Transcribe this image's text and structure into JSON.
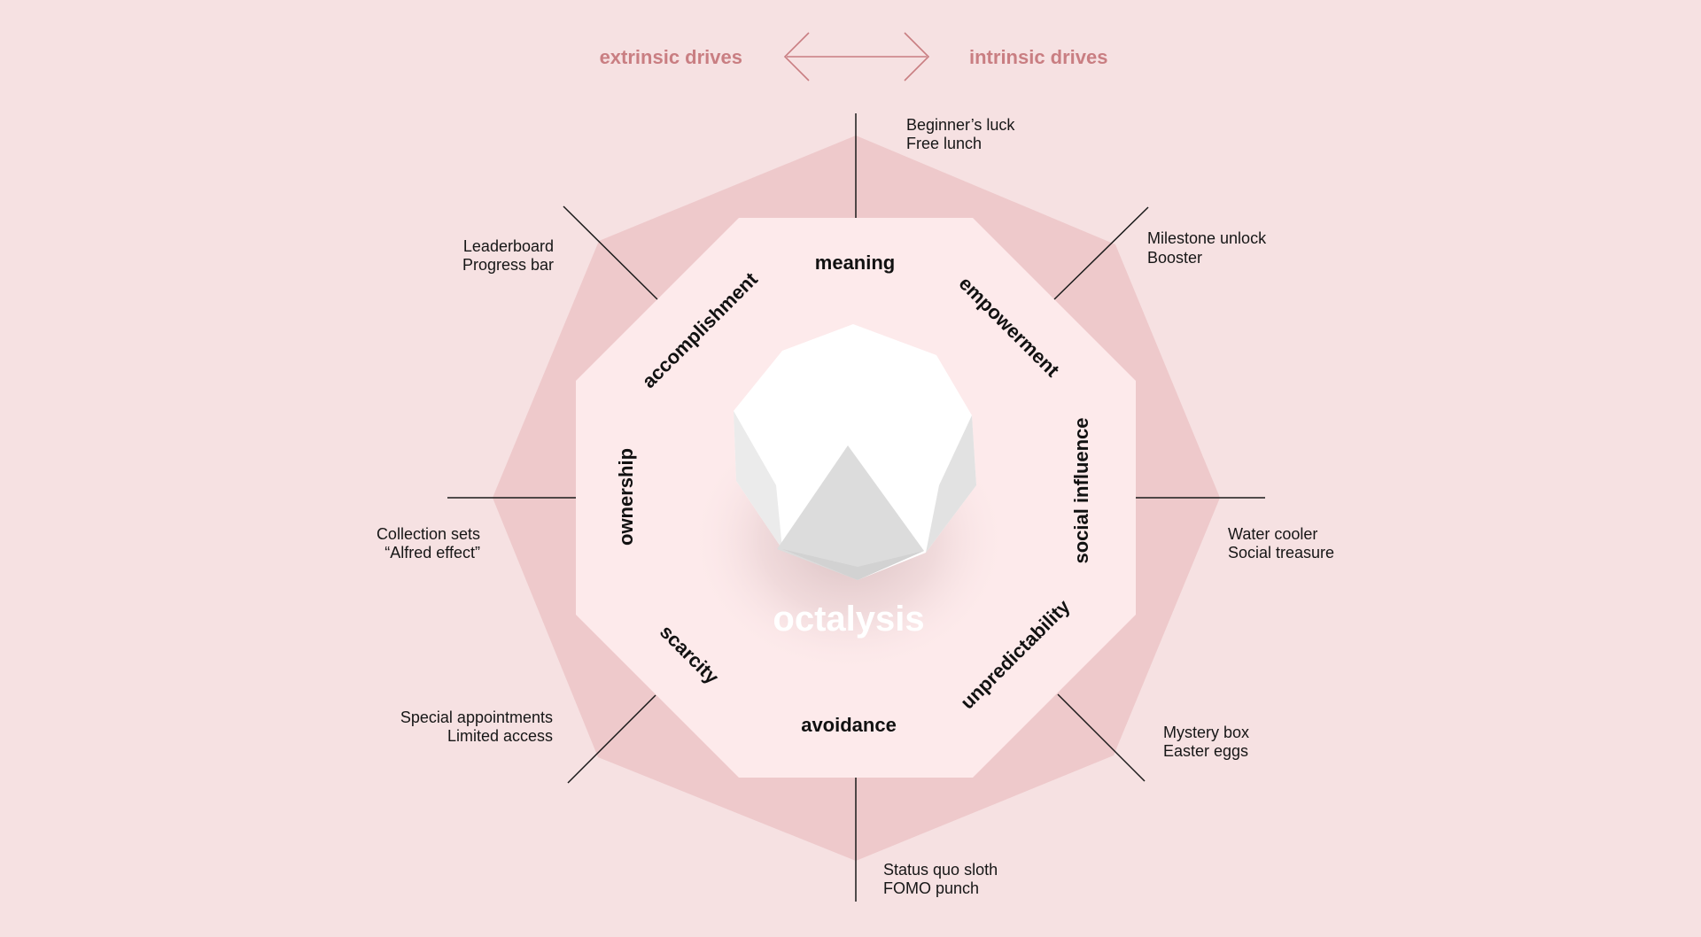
{
  "header": {
    "left_label": "extrinsic drives",
    "right_label": "intrinsic drives",
    "arrow_icon": "double-arrow-icon"
  },
  "center": {
    "brand": "octalysis",
    "icon": "octagon-gem-icon"
  },
  "core_drives": [
    {
      "name": "meaning"
    },
    {
      "name": "empowerment"
    },
    {
      "name": "social influence"
    },
    {
      "name": "unpredictability"
    },
    {
      "name": "avoidance"
    },
    {
      "name": "scarcity"
    },
    {
      "name": "ownership"
    },
    {
      "name": "accomplishment"
    }
  ],
  "examples": [
    {
      "lines": [
        "Beginner’s luck",
        "Free lunch"
      ]
    },
    {
      "lines": [
        "Milestone unlock",
        "Booster"
      ]
    },
    {
      "lines": [
        "Water cooler",
        "Social treasure"
      ]
    },
    {
      "lines": [
        "Mystery box",
        "Easter eggs"
      ]
    },
    {
      "lines": [
        "Status quo sloth",
        "FOMO punch"
      ]
    },
    {
      "lines": [
        "Special appointments",
        "Limited access"
      ]
    },
    {
      "lines": [
        "Collection sets",
        "“Alfred effect”"
      ]
    },
    {
      "lines": [
        "Leaderboard",
        "Progress bar"
      ]
    }
  ],
  "colors": {
    "background": "#f6e1e2",
    "outer_shape": "#eec9cb",
    "inner_octagon": "#fdeaeb",
    "accent_text": "#c97e82",
    "gem_face": "#ffffff",
    "gem_shadow": "#dcdcdc"
  }
}
